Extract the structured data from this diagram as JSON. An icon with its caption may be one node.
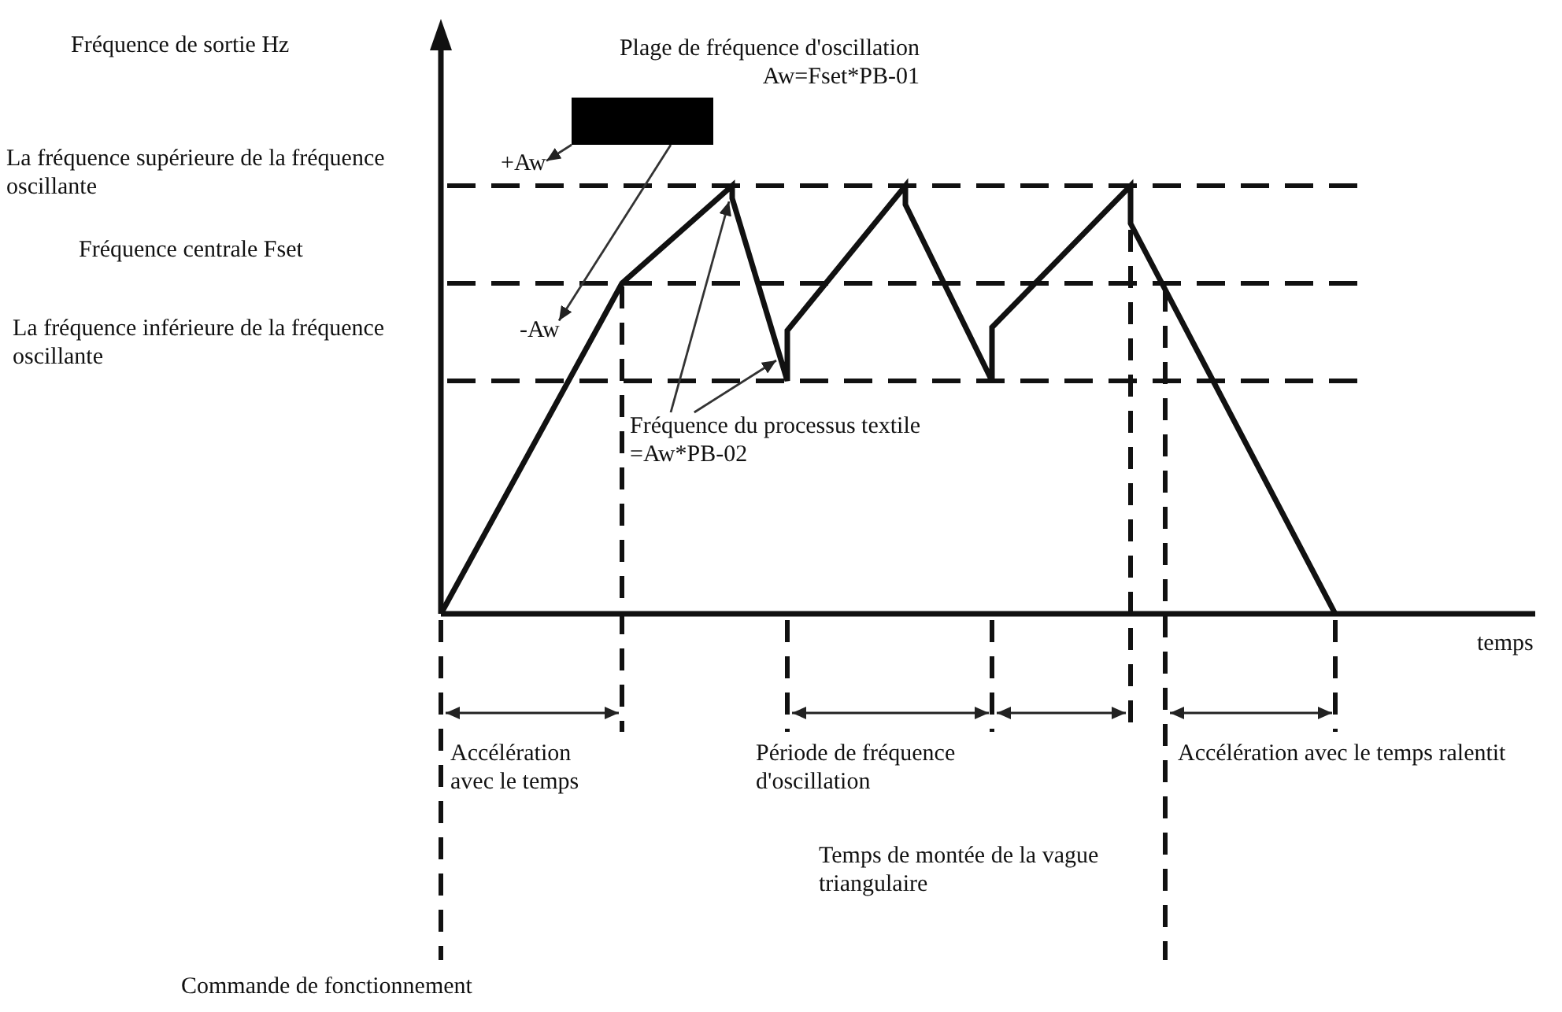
{
  "diagram": {
    "nodes": [
      {
        "text": [],
        "shape": "box"
      },
      {
        "text": [
          "+Aw"
        ]
      },
      {
        "text": [
          "-Aw"
        ]
      },
      {
        "text": [
          "Fréquence du processus textile =Aw*PB-02"
        ]
      }
    ],
    "edges": [
      {
        "from": 0,
        "to": 1,
        "arrow": "to"
      },
      {
        "from": 0,
        "to": 2,
        "arrow": "to"
      },
      {
        "from": 3,
        "to": null,
        "arrow": "to"
      },
      {
        "from": 3,
        "to": null,
        "arrow": "to"
      }
    ],
    "labels": [
      "Fréquence de sortie Hz",
      "Plage de fréquence d'oscillation Aw=Fset*PB-01",
      "La fréquence supérieure de la fréquence oscillante",
      "Fréquence centrale Fset",
      "La fréquence inférieure de la fréquence oscillante",
      "temps",
      "Accélération avec le temps",
      "Période de fréquence d'oscillation",
      "Accélération avec le temps ralentit",
      "Temps de montée de la vague triangulaire",
      "Commande de fonctionnement"
    ]
  }
}
